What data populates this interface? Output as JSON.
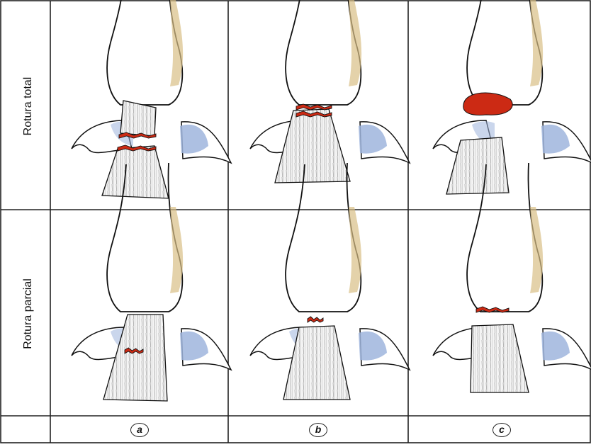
{
  "rows": [
    {
      "label": "Rotura total"
    },
    {
      "label": "Rotura parcial"
    }
  ],
  "columns": [
    {
      "label": "a"
    },
    {
      "label": "b"
    },
    {
      "label": "c"
    }
  ],
  "colors": {
    "grid": "#222222",
    "bone_outline": "#111111",
    "tendon_fill": "#f4f4f4",
    "fibre": "#8a8a8a",
    "tear": "#cc2a14",
    "fat_pad": "#9fb5dd",
    "shading": "#d9bf86"
  }
}
